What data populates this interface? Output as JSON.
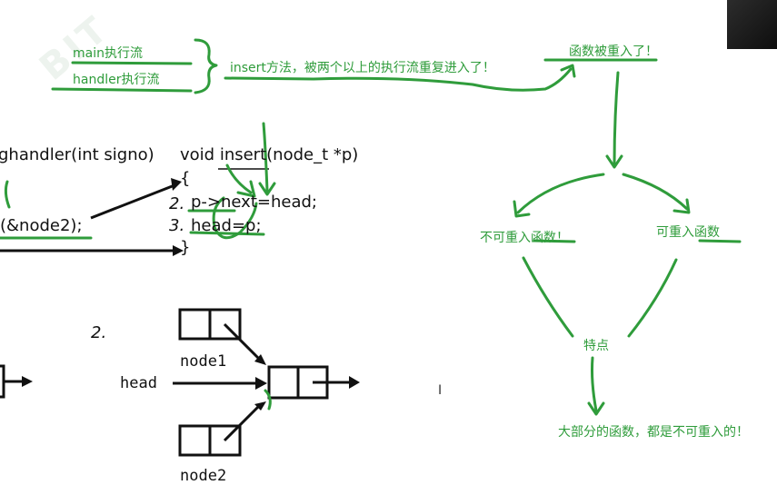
{
  "annotations": {
    "main_flow": "main执行流",
    "handler_flow": "handler执行流",
    "insert_reentered": "insert方法，被两个以上的执行流重复进入了！",
    "function_reentered": "函数被重入了！",
    "non_reentrant": "不可重入函数！",
    "reentrant": "可重入函数",
    "traits": "特点",
    "conclusion": "大部分的函数，都是不可重入的！"
  },
  "code": {
    "sighandler_sig": "ghandler(int signo)",
    "sighandler_call": "(&node2);",
    "insert_sig": "void insert(node_t *p)",
    "open_brace": "{",
    "step2_num": "2.",
    "step2_code": "p->next=head;",
    "step3_num": "3.",
    "step3_code": "head=p;",
    "close_brace": "}"
  },
  "list_diagram": {
    "step_label": "2.",
    "node1_label": "node1",
    "head_label": "head",
    "node2_label": "node2"
  },
  "colors": {
    "annotation": "#2f9c3b",
    "ink": "#111111"
  }
}
